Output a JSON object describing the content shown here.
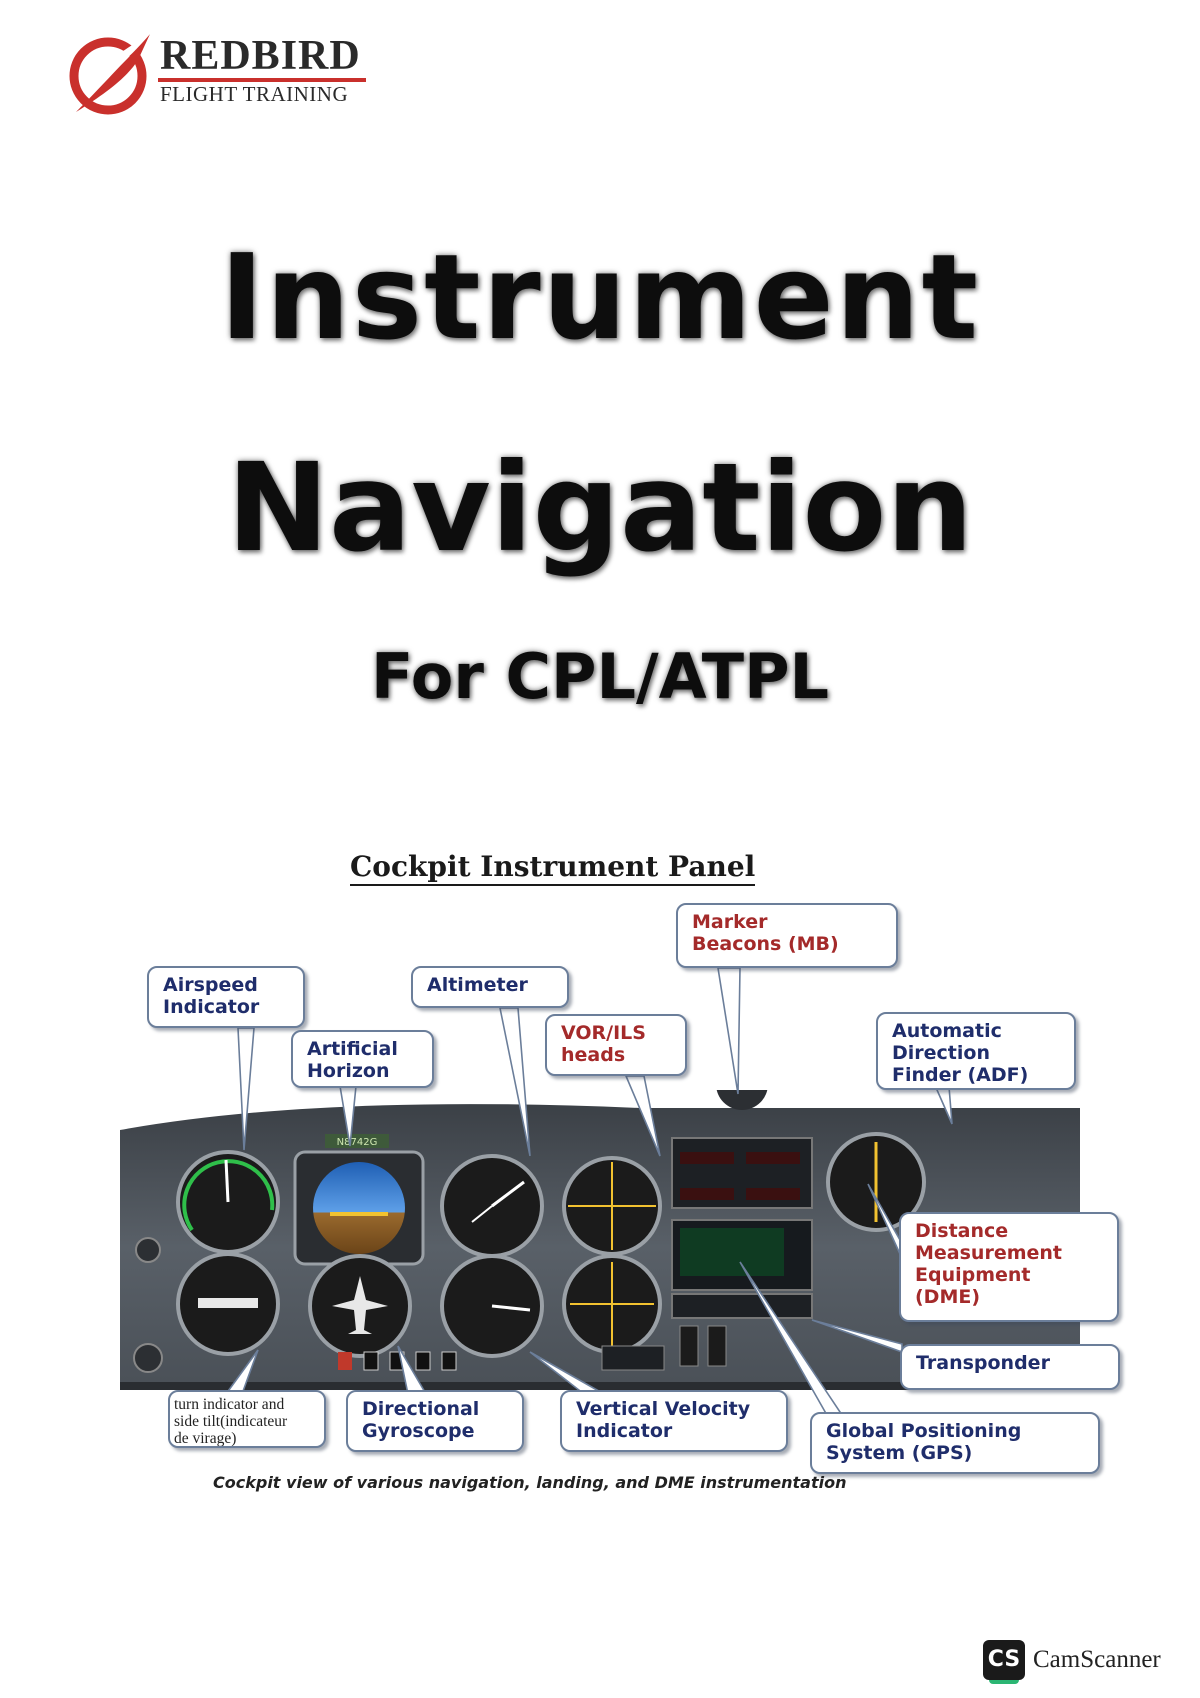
{
  "logo": {
    "name": "REDBIRD",
    "subtitle": "FLIGHT TRAINING",
    "accent_color": "#c9302c"
  },
  "title": {
    "line1": "Instrument",
    "line2": "Navigation",
    "line3": "For CPL/ATPL"
  },
  "figure": {
    "title": "Cockpit Instrument Panel",
    "tail_number": "N8742G",
    "caption": "Cockpit view of various navigation, landing, and DME instrumentation",
    "callouts": {
      "airspeed": "Airspeed\nIndicator",
      "horizon": "Artificial\nHorizon",
      "altimeter": "Altimeter",
      "vor_ils": "VOR/ILS\nheads",
      "marker": "Marker\nBeacons (MB)",
      "adf": "Automatic\nDirection\nFinder (ADF)",
      "dme": "Distance\nMeasurement\nEquipment\n(DME)",
      "transponder": "Transponder",
      "gps": "Global Positioning\nSystem (GPS)",
      "vsi": "Vertical Velocity\nIndicator",
      "dg": "Directional\nGyroscope",
      "turn": "turn indicator and\nside tilt(indicateur\nde virage)"
    },
    "label_color_blue": "#1f2d6b",
    "label_color_red": "#a42a2a"
  },
  "watermark": {
    "badge": "CS",
    "text": "CamScanner"
  }
}
